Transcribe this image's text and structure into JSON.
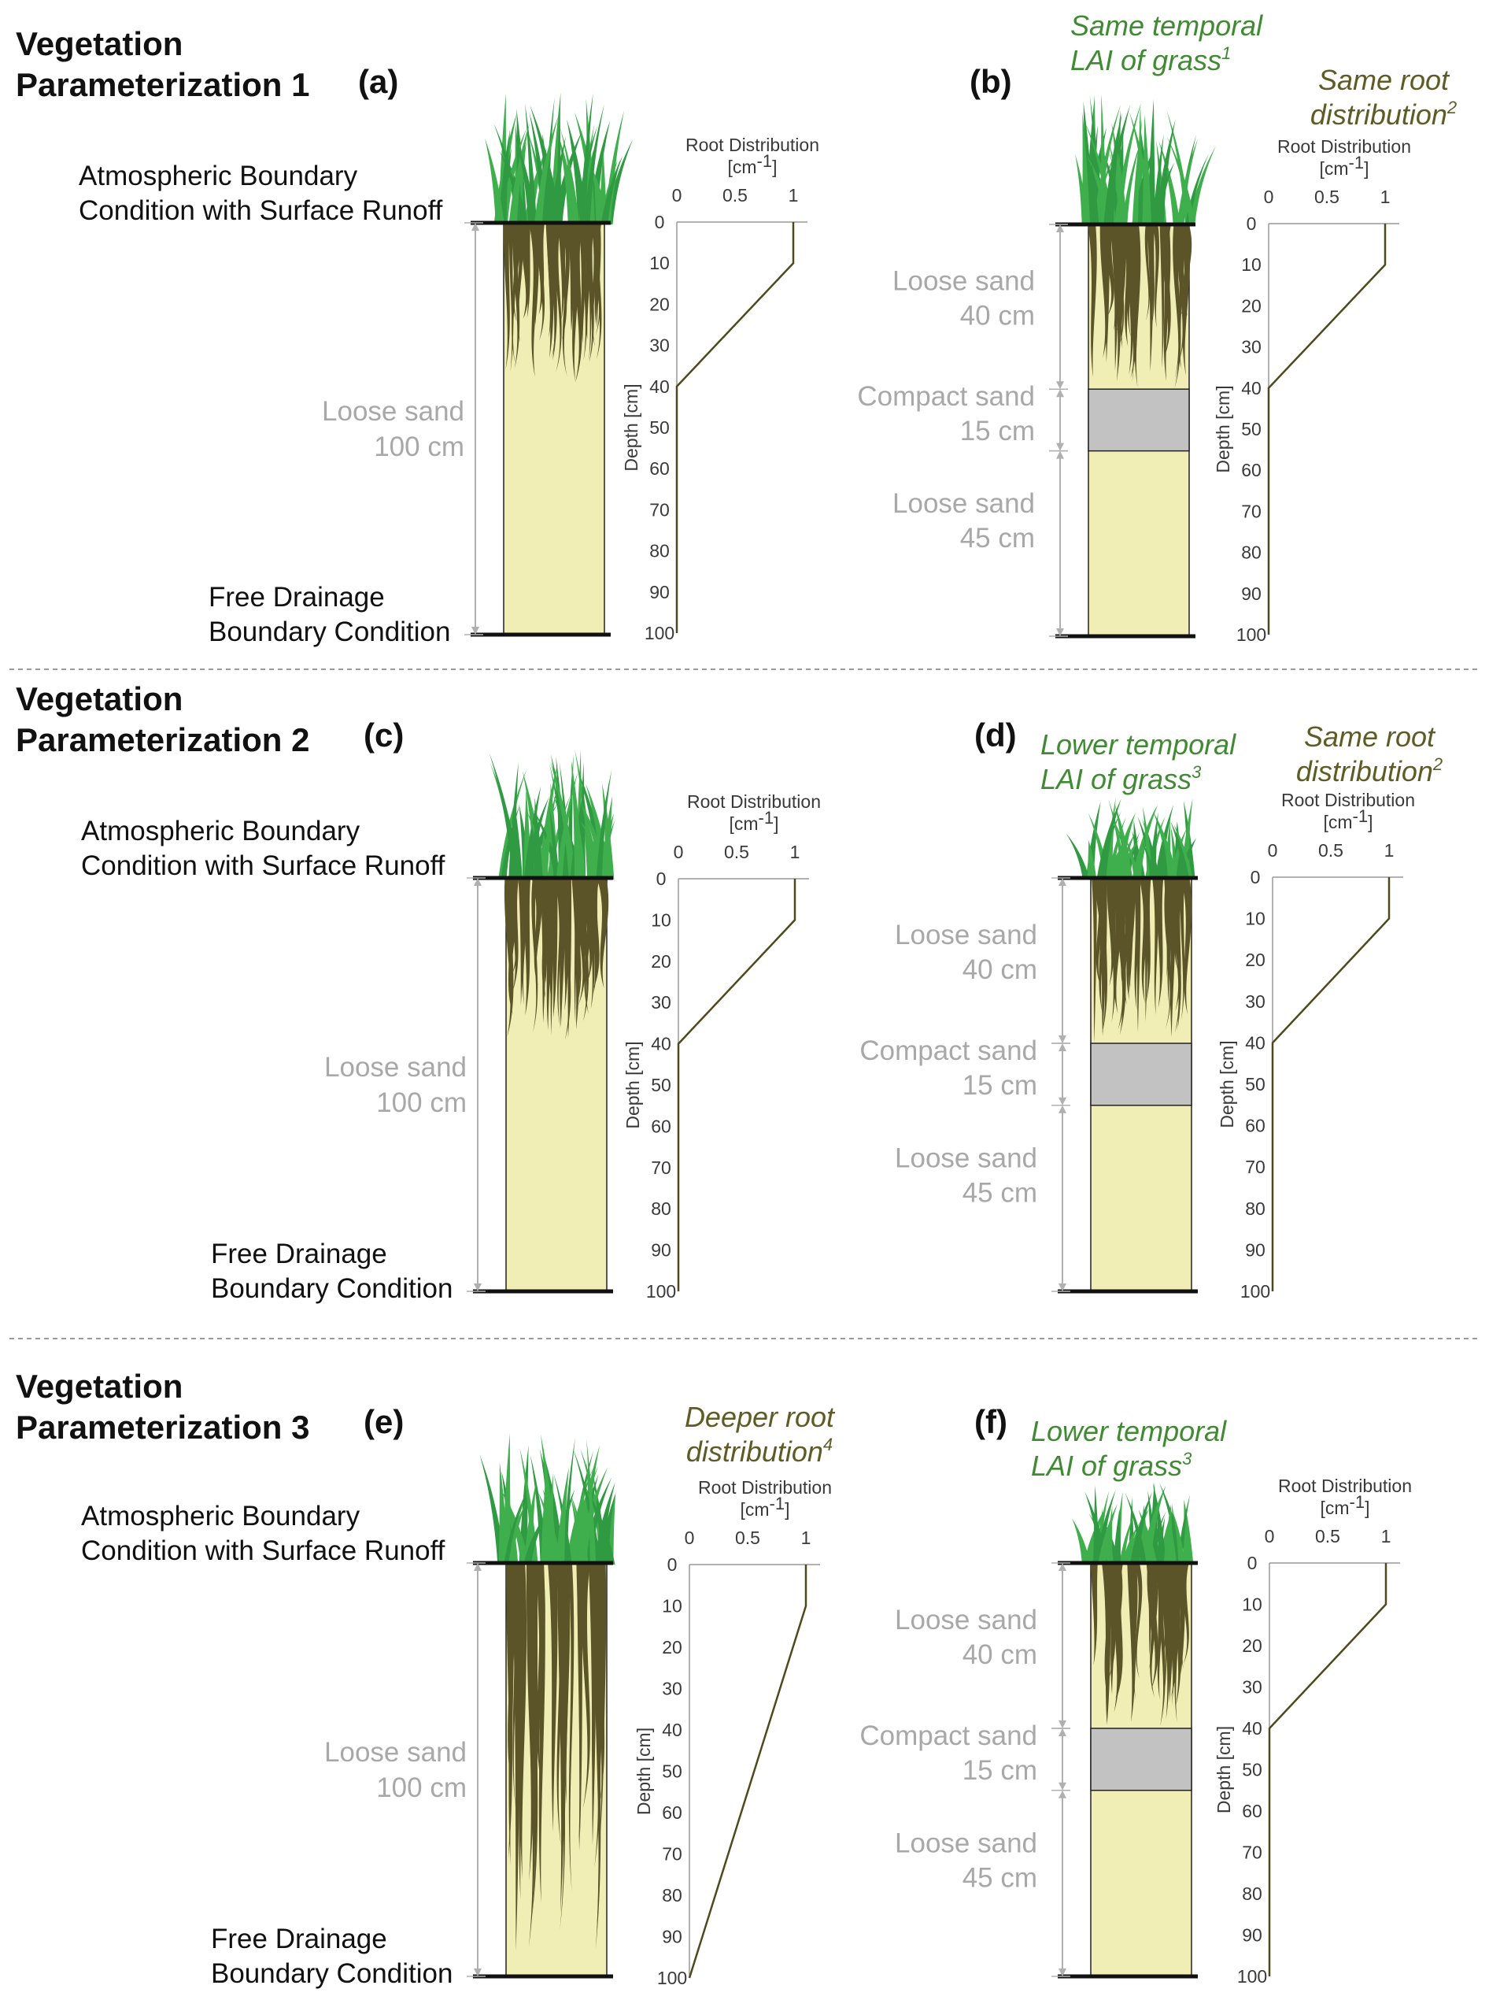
{
  "colors": {
    "loose_sand": "#f0edb5",
    "compact_sand": "#c2c2c2",
    "root": "#5a5428",
    "grass": "#2f9a42",
    "root_line": "#4e4a1e",
    "soil_text": "#a8a8a8",
    "note_green": "#3f8a32",
    "note_olive": "#5e5b25"
  },
  "sections": [
    {
      "title_line1": "Vegetation",
      "title_line2": "Parameterization 1"
    },
    {
      "title_line1": "Vegetation",
      "title_line2": "Parameterization 2"
    },
    {
      "title_line1": "Vegetation",
      "title_line2": "Parameterization 3"
    }
  ],
  "boundary_labels": {
    "top_line1": "Atmospheric Boundary",
    "top_line2": "Condition with Surface Runoff",
    "bottom_line1": "Free Drainage",
    "bottom_line2": "Boundary Condition"
  },
  "panels": [
    {
      "label": "(a)",
      "type": "homogeneous",
      "grass": "tall",
      "roots": "shallow",
      "soil": [
        {
          "name": "Loose sand",
          "thickness": "100 cm"
        }
      ],
      "notes": []
    },
    {
      "label": "(b)",
      "type": "layered",
      "grass": "tall",
      "roots": "shallow",
      "soil": [
        {
          "name": "Loose sand",
          "thickness": "40 cm"
        },
        {
          "name": "Compact sand",
          "thickness": "15 cm"
        },
        {
          "name": "Loose sand",
          "thickness": "45 cm"
        }
      ],
      "notes": [
        {
          "line1": "Same temporal",
          "line2": "LAI of grass",
          "sup": "1",
          "color": "green"
        },
        {
          "line1": "Same root",
          "line2": "distribution",
          "sup": "2",
          "color": "olive"
        }
      ]
    },
    {
      "label": "(c)",
      "type": "homogeneous",
      "grass": "tall",
      "roots": "shallow",
      "soil": [
        {
          "name": "Loose sand",
          "thickness": "100 cm"
        }
      ],
      "notes": []
    },
    {
      "label": "(d)",
      "type": "layered",
      "grass": "short",
      "roots": "shallow",
      "soil": [
        {
          "name": "Loose sand",
          "thickness": "40 cm"
        },
        {
          "name": "Compact sand",
          "thickness": "15 cm"
        },
        {
          "name": "Loose sand",
          "thickness": "45 cm"
        }
      ],
      "notes": [
        {
          "line1": "Lower temporal",
          "line2": "LAI of grass",
          "sup": "3",
          "color": "green"
        },
        {
          "line1": "Same root",
          "line2": "distribution",
          "sup": "2",
          "color": "olive"
        }
      ]
    },
    {
      "label": "(e)",
      "type": "homogeneous",
      "grass": "tall",
      "roots": "deep",
      "soil": [
        {
          "name": "Loose sand",
          "thickness": "100 cm"
        }
      ],
      "notes": [
        {
          "line1": "Deeper root",
          "line2": "distribution",
          "sup": "4",
          "color": "olive"
        }
      ]
    },
    {
      "label": "(f)",
      "type": "layered",
      "grass": "short",
      "roots": "shallow",
      "soil": [
        {
          "name": "Loose sand",
          "thickness": "40 cm"
        },
        {
          "name": "Compact sand",
          "thickness": "15 cm"
        },
        {
          "name": "Loose sand",
          "thickness": "45 cm"
        }
      ],
      "notes": [
        {
          "line1": "Lower temporal",
          "line2": "LAI of grass",
          "sup": "3",
          "color": "green"
        }
      ]
    }
  ],
  "root_chart": {
    "title": "Root Distribution",
    "unit": "[cm",
    "unit_sup": "-1",
    "unit_close": "]",
    "ylabel": "Depth [cm]",
    "x_ticks": [
      "0",
      "0.5",
      "1"
    ],
    "y_ticks": [
      "0",
      "10",
      "20",
      "30",
      "40",
      "50",
      "60",
      "70",
      "80",
      "90",
      "100"
    ],
    "profiles": {
      "shallow": [
        [
          1,
          0
        ],
        [
          1,
          10
        ],
        [
          0,
          40
        ],
        [
          0,
          100
        ]
      ],
      "deep": [
        [
          1,
          0
        ],
        [
          1,
          10
        ],
        [
          0,
          100
        ]
      ]
    }
  }
}
